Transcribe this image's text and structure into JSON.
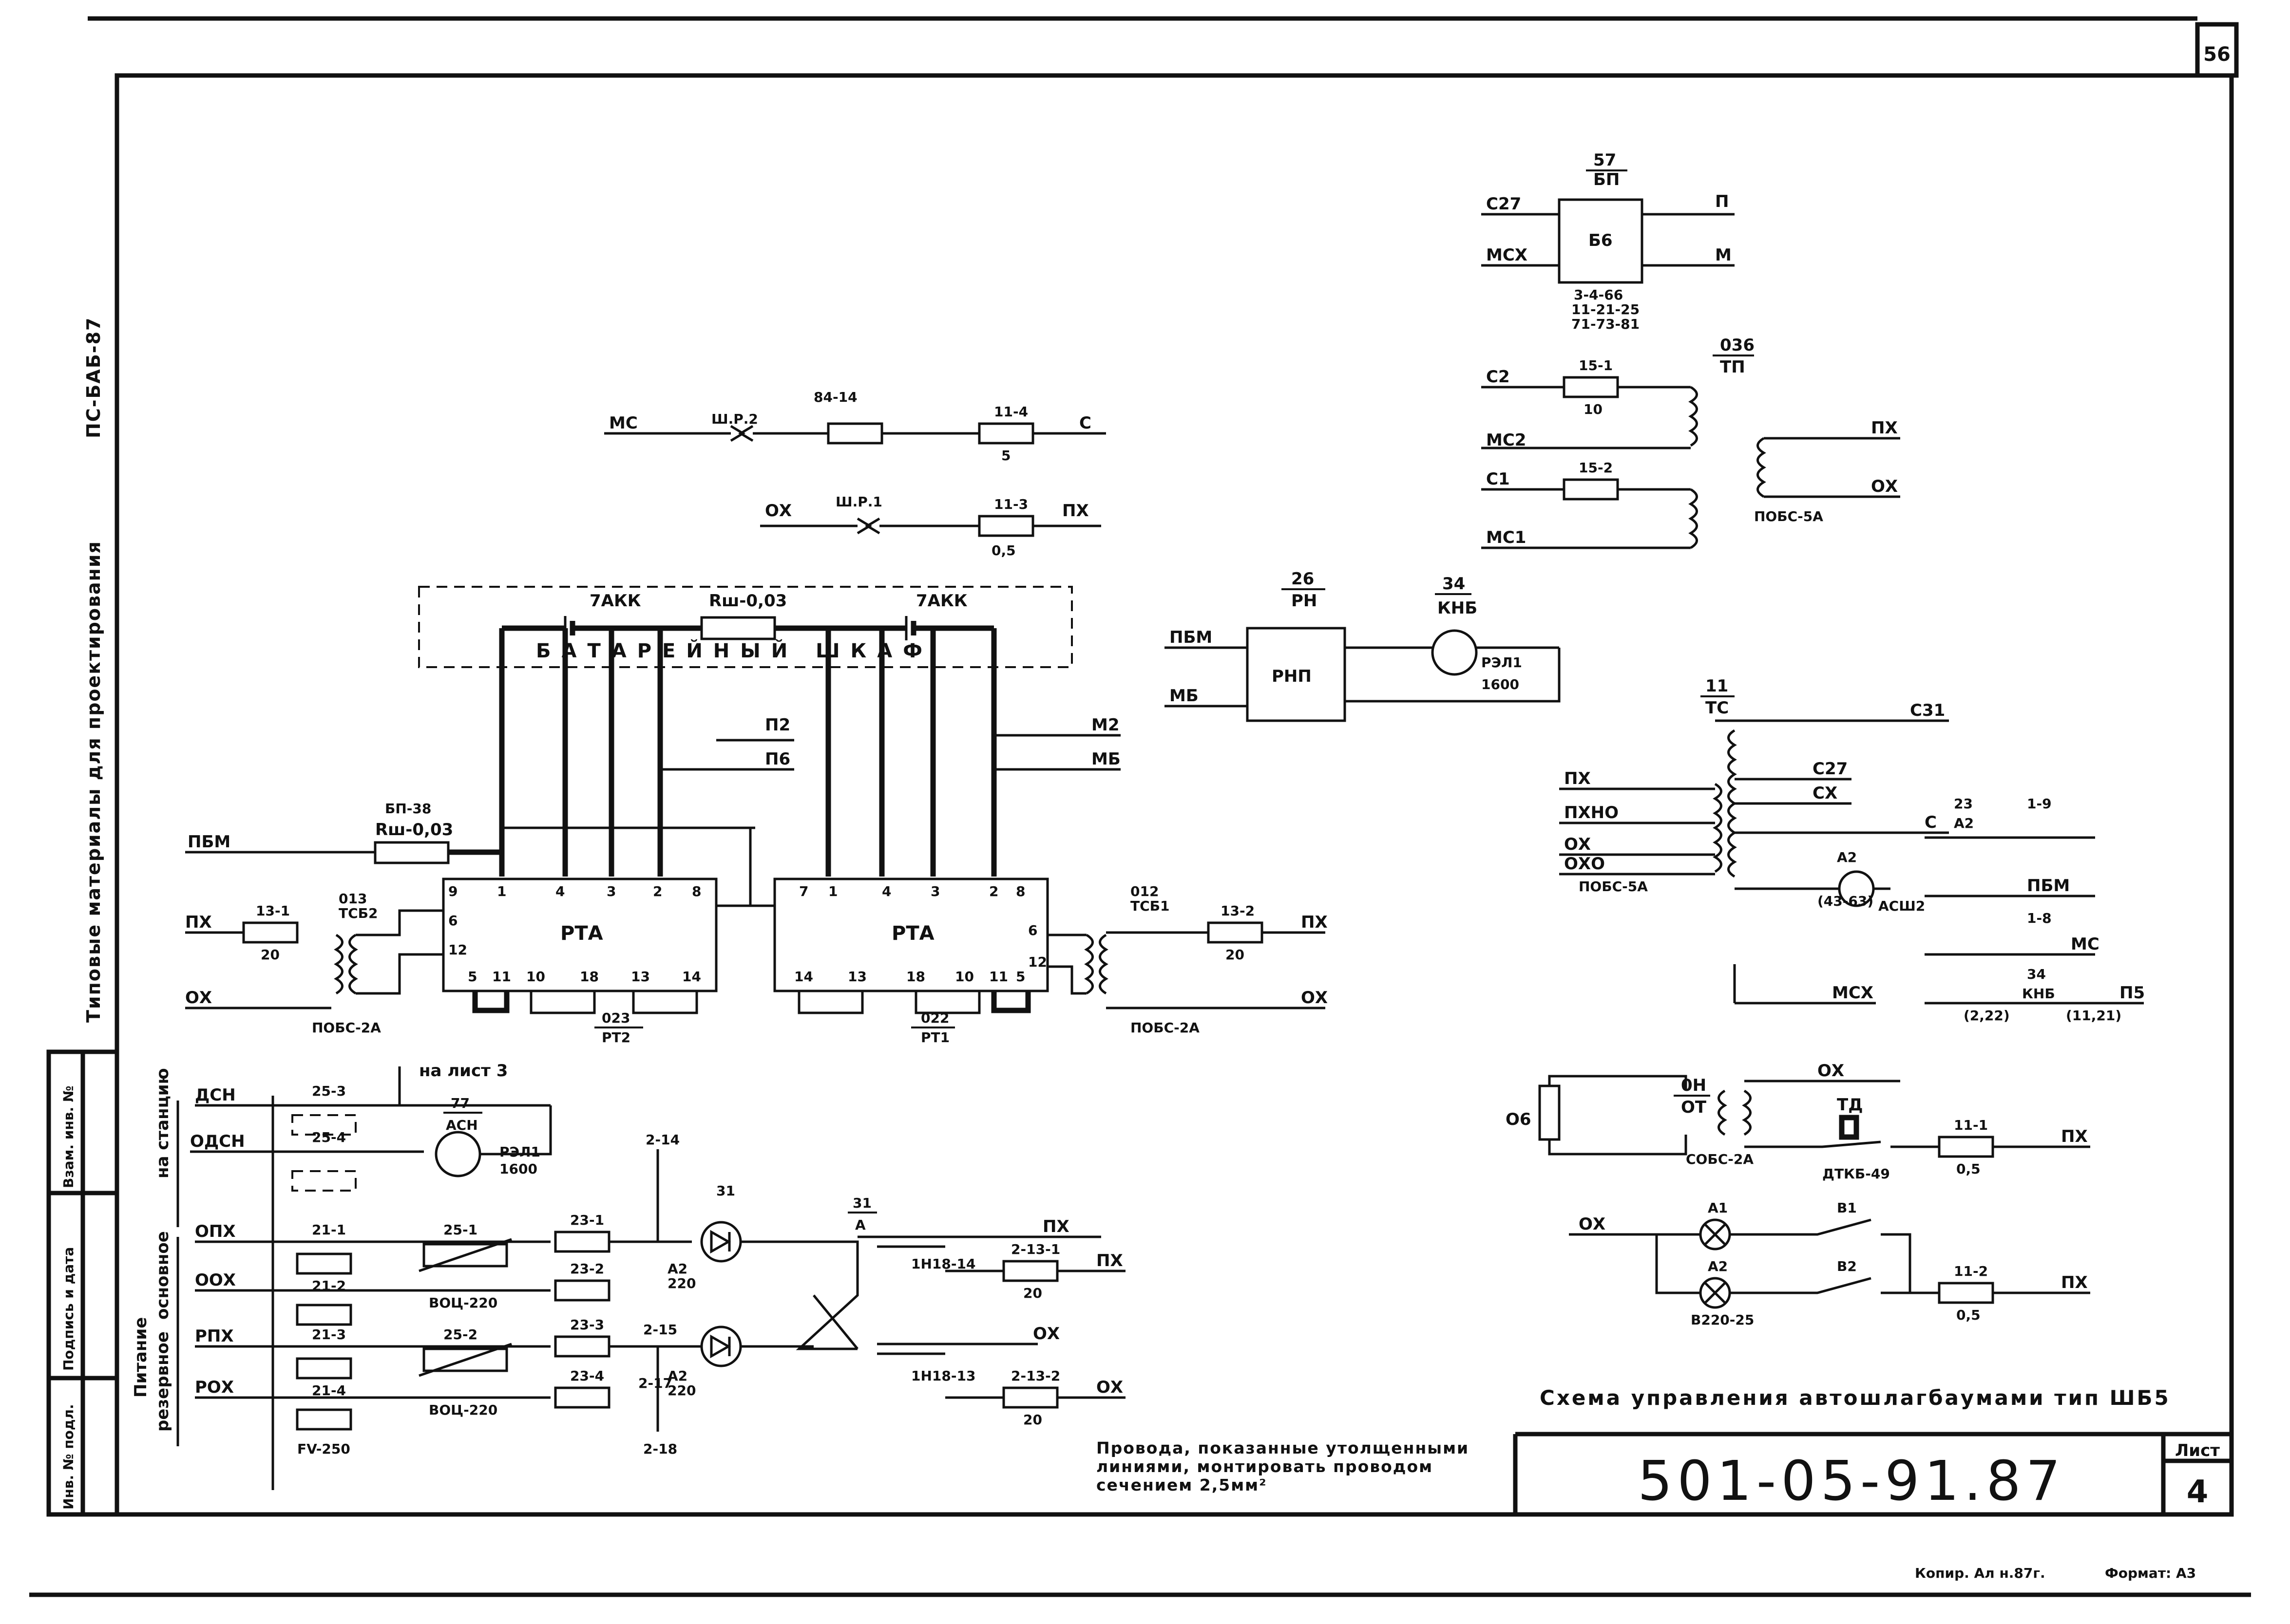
{
  "sheet_number_top": "56",
  "side_title": "Типовые материалы для проектирования",
  "side_code": "ПС-БАБ-87",
  "stamp_columns": [
    "Инв. № подл.",
    "Подпись и дата",
    "Взам. инв. №"
  ],
  "drawing_title": "Схема управления автошлагбаумами тип ШБ5",
  "note": "Провода, показанные утолщенными линиями, монтировать проводом сечением 2,5мм²",
  "designation": "501-05-91.87",
  "sheet_label": "Лист",
  "sheet_value": "4",
  "copy_note": "Копир. Ал н.87г.",
  "format_note": "Формат: А3",
  "diagram": {
    "battery_cabinet": "БАТАРЕЙНЫЙ ШКАФ",
    "battery_left": "7АКК",
    "battery_right": "7АКК",
    "shunt_top": "Rш-0,03",
    "shunt_left": "Rш-0,03",
    "shunt_left_ref": "БП-38",
    "rta_left": "РТА",
    "rta_right": "РТА",
    "rta_left_ref": "023",
    "rta_left_ref2": "РТ2",
    "rta_right_ref": "022",
    "rta_right_ref2": "РТ1",
    "pobs_left": "ПОБС-2А",
    "pobs_right": "ПОБС-2А",
    "tsb_left": "013",
    "tsb_left2": "ТСБ2",
    "tsb_right": "012",
    "tsb_right2": "ТСБ1",
    "rnp": "РНП",
    "rn_top": "26",
    "rn_bot": "РН",
    "knb_top": "34",
    "knb_bot": "КНБ",
    "relay_rel": "РЭЛ1",
    "relay_rel_val": "1600",
    "b6_num": "57",
    "b6_bot": "БП",
    "b6_name": "Б6",
    "b6_notes": [
      "3-4-66",
      "11-21-25",
      "71-73-81"
    ],
    "tp_top": "036",
    "tp_bot": "ТП",
    "pobs_5a": "ПОБС-5А",
    "tc_top": "11",
    "tc_bot": "ТС",
    "pobs_5a_2": "ПОБС-5А",
    "ot_top": "0Н",
    "ot_bot": "ОТ",
    "sobs": "СОБС-2А",
    "dtk": "ДТКБ-49",
    "td": "ТД",
    "b220": "В220-25",
    "vots1": "ВОЦ-220",
    "vots2": "ВОЦ-220",
    "fv": "FV-250",
    "dsn": "ДСН",
    "odsn": "ОДСН",
    "opx": "ОПХ",
    "oox": "ООХ",
    "rpx": "РПХ",
    "rox": "РОХ",
    "na_list": "на лист 3",
    "to_station": "на станцию",
    "power_main": "основное",
    "power_reserve": "резервное",
    "power": "Питание",
    "wires": {
      "mc": "МС",
      "c": "С",
      "ox": "ОХ",
      "px": "ПХ",
      "pbm": "ПБМ",
      "mb": "МБ",
      "p2": "П2",
      "p6": "П6",
      "m2": "М2",
      "mb2": "МБ",
      "c27": "С27",
      "msx": "МСХ",
      "p": "П",
      "m": "М",
      "c2": "С2",
      "mc2": "МС2",
      "c1": "С1",
      "mc1": "МС1",
      "c31": "С31",
      "cx": "СХ",
      "pxno": "ПХНО",
      "oxo": "ОХО",
      "pbm2": "ПБМ",
      "mc3": "МС",
      "p5": "П5",
      "o6": "О6",
      "mcx2": "МСХ"
    },
    "refs": {
      "shr2": "Ш.Р.2",
      "shr1": "Ш.Р.1",
      "r84": "84-14",
      "r114": "11-4",
      "r113": "11-3",
      "r5": "5",
      "r05": "0,5",
      "r10": "10",
      "r151": "15-1",
      "r152": "15-2",
      "r131": "13-1",
      "r132": "13-2",
      "r20a": "20",
      "r20b": "20",
      "r253": "25-3",
      "r254": "25-4",
      "r211": "21-1",
      "r212": "21-2",
      "r213": "21-3",
      "r214": "21-4",
      "r251": "25-1",
      "r252": "25-2",
      "r231": "23-1",
      "r232": "23-2",
      "r233": "23-3",
      "r234": "23-4",
      "r2131": "2-13-1",
      "r2132": "2-13-2",
      "r111": "11-1",
      "r112": "11-2",
      "a2": "А2",
      "a2v": "220",
      "a2b": "А2",
      "a2bv": "220",
      "ach": "АСШ2",
      "rt43": "(43-63)",
      "r31": "31",
      "r31a": "А",
      "r31b": "31",
      "in1": "1Н18-14",
      "in2": "1Н18-13",
      "a1": "А1",
      "a2l": "А2",
      "b1": "В1",
      "b2": "В2",
      "r77": "77",
      "r77b": "АСН",
      "rel2": "РЭЛ1",
      "rel2v": "1600",
      "r214b": "2-14",
      "r215": "2-15",
      "r217": "2-17",
      "r218": "2-18",
      "r23a": "23",
      "r23b": "А2",
      "r19": "1-9",
      "r18": "1-8",
      "r34": "34",
      "r34b": "КНБ",
      "rx1": "(2,22)",
      "rx2": "(11,21)"
    }
  }
}
